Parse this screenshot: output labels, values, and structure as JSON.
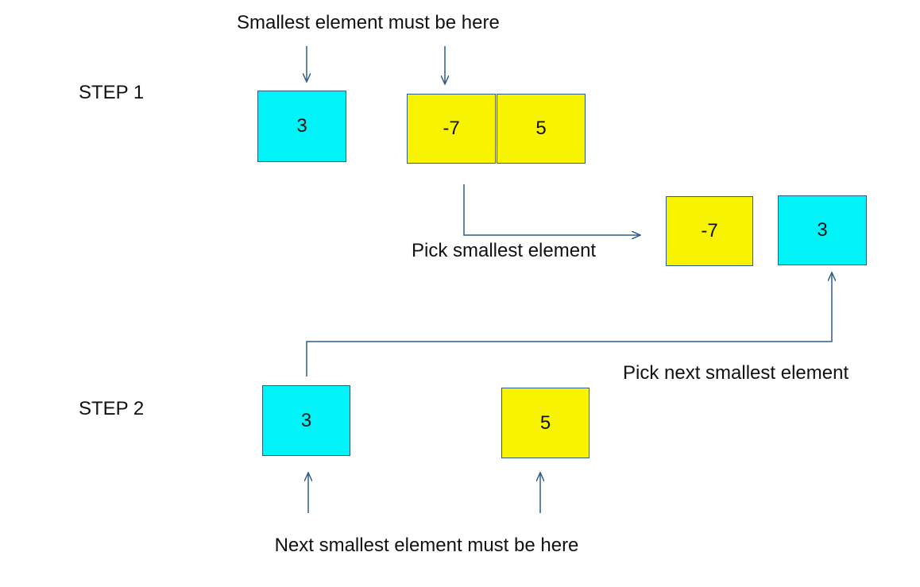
{
  "colors": {
    "cyan": "#00f3f6",
    "yellow": "#f8f400",
    "line": "#2f5d8a"
  },
  "step1": {
    "label": "STEP 1",
    "top_annotation": "Smallest element must be here",
    "left_box": "3",
    "right_boxes": [
      "-7",
      "5"
    ],
    "pick_label": "Pick smallest element",
    "result_boxes": [
      "-7",
      "3"
    ]
  },
  "step2": {
    "label": "STEP 2",
    "pick_next_label": "Pick next smallest element",
    "left_box": "3",
    "right_box": "5",
    "bottom_annotation": "Next smallest element must be here"
  },
  "icons": {
    "arrow": "arrow-icon"
  }
}
